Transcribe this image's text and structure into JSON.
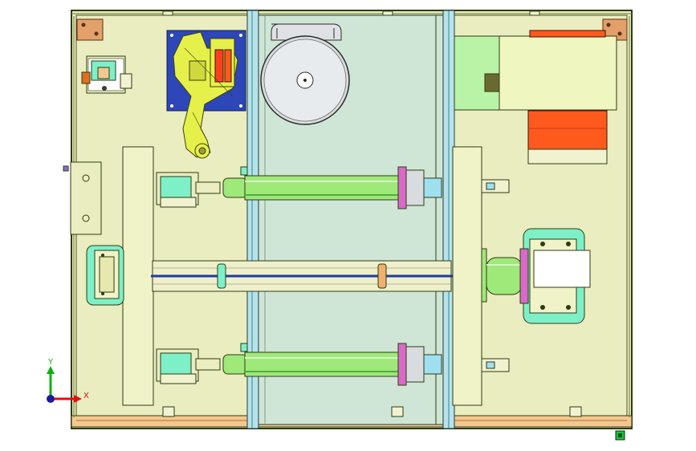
{
  "viewport": {
    "name": "cad-top-view",
    "background": "#ffffff"
  },
  "colors": {
    "frame_fill": "#eaedc0",
    "frame_stroke": "#2f3a12",
    "panel_fill": "#eaedc0",
    "window_fill": "#cfe6d6",
    "window_frame": "#2c8a95",
    "roller_green": "#9fe87a",
    "roller_dark": "#4fae3a",
    "cyan_part": "#7ef0c8",
    "robot_yellow": "#e6f04a",
    "robot_plate": "#2d46b8",
    "orange_part": "#ff5a1e",
    "motor_green": "#b8f3a6",
    "accent_pink": "#d86ac8",
    "accent_orange": "#f0b070",
    "corner_copper": "#e3a06a",
    "rail_blue": "#1f3aa0",
    "disc_grey": "#cfd3d6"
  },
  "triad": {
    "x_label": "X",
    "y_label": "Y",
    "x_color": "#e01010",
    "y_color": "#10b010",
    "origin_color": "#1a1aa0"
  },
  "components": {
    "robot_arm": "robot-arm",
    "turntable": "turntable-disc",
    "roller_top": "roller-upper",
    "roller_bottom": "roller-lower",
    "motor_unit": "motor-block",
    "orange_box": "orange-enclosure",
    "chuck_assembly": "chuck-assembly"
  }
}
